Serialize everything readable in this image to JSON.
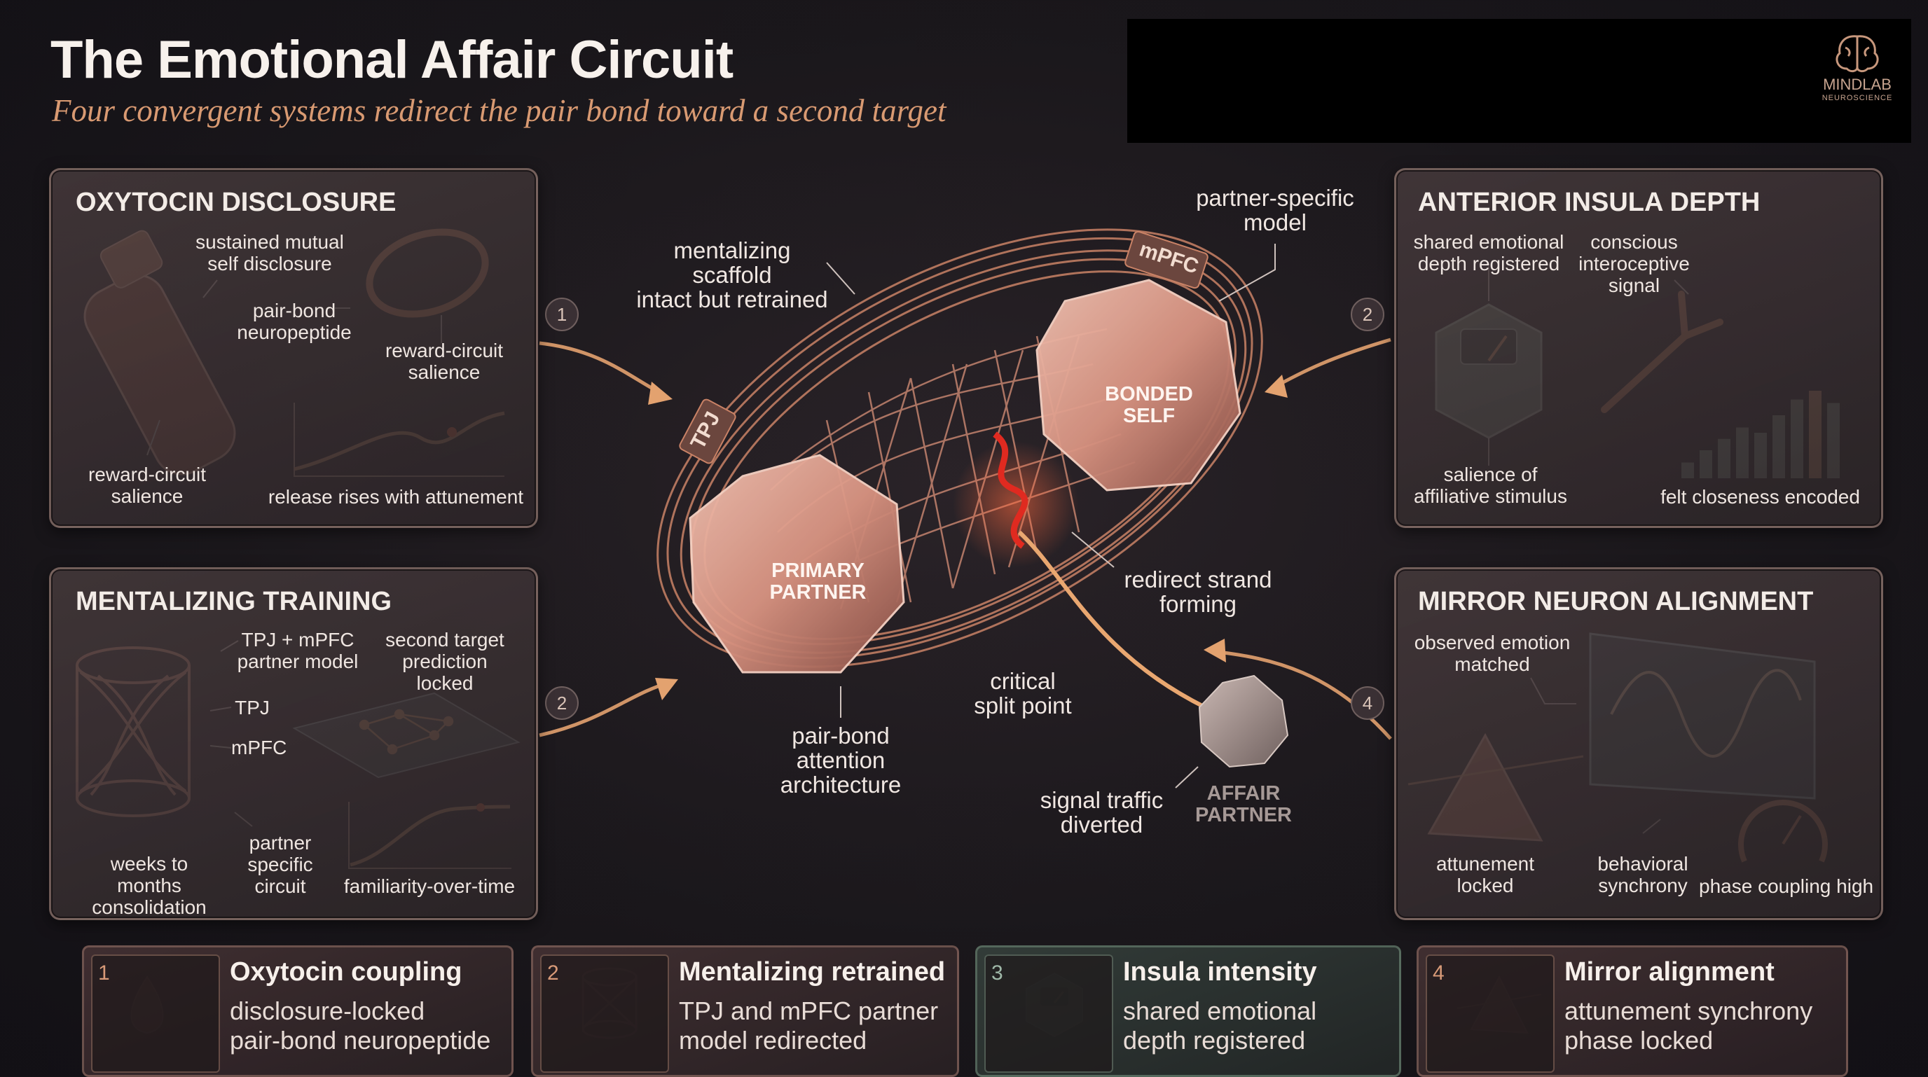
{
  "header": {
    "title": "The Emotional Affair Circuit",
    "subtitle": "Four convergent systems redirect the pair bond toward a second target"
  },
  "logo": {
    "brand": "MINDLAB",
    "tagline": "NEUROSCIENCE"
  },
  "panels": {
    "oxytocin": {
      "title": "OXYTOCIN DISCLOSURE",
      "labels": {
        "mutual": "sustained mutual\nself disclosure",
        "neuropeptide": "pair-bond\nneuropeptide",
        "salience_right": "reward-circuit\nsalience",
        "salience_left": "reward-circuit\nsalience",
        "release": "release rises with attunement"
      }
    },
    "mentalizing": {
      "title": "MENTALIZING TRAINING",
      "labels": {
        "model": "TPJ + mPFC\npartner model",
        "prediction": "second target\nprediction locked",
        "tpj": "TPJ",
        "mpfc": "mPFC",
        "weeks": "weeks to months\nconsolidation",
        "circuit": "partner\nspecific\ncircuit",
        "familiarity": "familiarity-over-time"
      }
    },
    "insula": {
      "title": "ANTERIOR INSULA DEPTH",
      "labels": {
        "depth": "shared emotional\ndepth registered",
        "signal": "conscious\ninteroceptive\nsignal",
        "salience": "salience of\naffiliative stimulus",
        "closeness": "felt closeness encoded"
      }
    },
    "mirror": {
      "title": "MIRROR NEURON ALIGNMENT",
      "labels": {
        "observed": "observed emotion\nmatched",
        "attunement": "attunement\nlocked",
        "synchrony": "behavioral\nsynchrony",
        "phase": "phase coupling high"
      }
    }
  },
  "diagram": {
    "nodes": {
      "primary": "PRIMARY\nPARTNER",
      "bonded": "BONDED\nSELF",
      "affair": "AFFAIR\nPARTNER"
    },
    "ring_tags": {
      "tpj": "TPJ",
      "mpfc": "mPFC"
    },
    "labels": {
      "scaffold": "mentalizing scaffold\nintact but retrained",
      "partner_model": "partner-specific\nmodel",
      "redirect": "redirect strand\nforming",
      "split": "critical\nsplit point",
      "architecture": "pair-bond\nattention\narchitecture",
      "diverted": "signal traffic\ndiverted"
    },
    "badges": [
      "1",
      "2",
      "2",
      "4"
    ]
  },
  "cards": [
    {
      "num": "1",
      "title": "Oxytocin coupling",
      "lines": [
        "disclosure-locked",
        "pair-bond neuropeptide"
      ]
    },
    {
      "num": "2",
      "title": "Mentalizing retrained",
      "lines": [
        "TPJ and mPFC partner",
        "model redirected"
      ]
    },
    {
      "num": "3",
      "title": "Insula intensity",
      "lines": [
        "shared emotional",
        "depth registered"
      ]
    },
    {
      "num": "4",
      "title": "Mirror alignment",
      "lines": [
        "attunement synchrony",
        "phase locked"
      ]
    }
  ],
  "colors": {
    "accent_copper": "#d98a5e",
    "accent_red": "#e02a20",
    "panel_border": "#a88a80",
    "sage": "#8aa08f"
  },
  "chart_values": {
    "insula_bars": [
      0.18,
      0.32,
      0.45,
      0.58,
      0.52,
      0.72,
      0.9,
      1.0,
      0.86
    ]
  }
}
